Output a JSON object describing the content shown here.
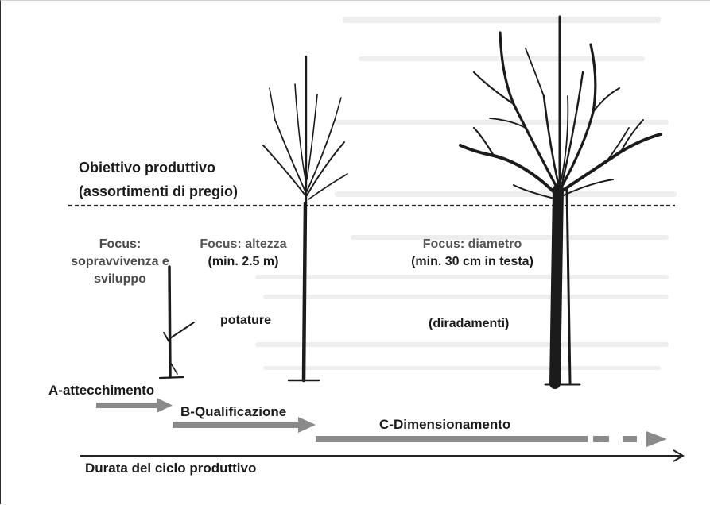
{
  "objective": {
    "line1": "Obiettivo produttivo",
    "line2": "(assortimenti di pregio)"
  },
  "focus": {
    "a": {
      "line1": "Focus:",
      "line2": "sopravvivenza e",
      "line3": "sviluppo"
    },
    "b": {
      "line1": "Focus: altezza",
      "line2": "(min. 2.5 m)"
    },
    "c": {
      "line1": "Focus: diametro",
      "line2": "(min. 30 cm in testa)"
    }
  },
  "interventions": {
    "b": "potature",
    "c": "(diradamenti)"
  },
  "phases": {
    "a": "A-attecchimento",
    "b": "B-Qualificazione",
    "c": "C-Dimensionamento"
  },
  "timeline_label": "Durata del ciclo produttivo",
  "colors": {
    "arrow": "#8a8a8a",
    "tree": "#1b1b1b",
    "dashed_line": "#222222"
  }
}
